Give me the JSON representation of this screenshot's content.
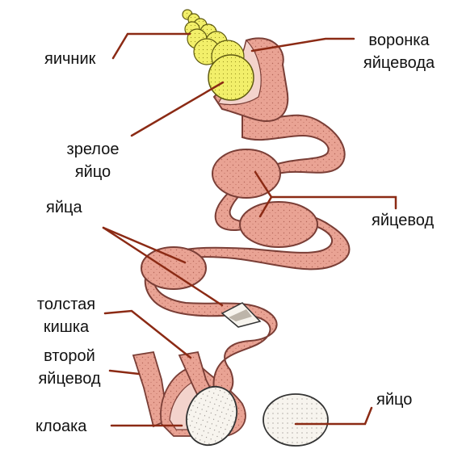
{
  "labels": {
    "ovary": "яичник",
    "funnel_line1": "воронка",
    "funnel_line2": "яйцевода",
    "mature_line1": "зрелое",
    "mature_line2": "яйцо",
    "oviduct": "яйцевод",
    "eggs": "яйца",
    "colon_line1": "толстая",
    "colon_line2": "кишка",
    "second_line1": "второй",
    "second_line2": "яйцевод",
    "egg": "яйцо",
    "cloaca": "клоака"
  },
  "colors": {
    "oviduct_fill": "#e9a394",
    "oviduct_stroke": "#7a3e36",
    "ovary_fill": "#f2ef6a",
    "leader_line": "#8b2a14",
    "egg_fill": "#f7f4ee",
    "cloaca_inner": "#f3d3cc"
  }
}
